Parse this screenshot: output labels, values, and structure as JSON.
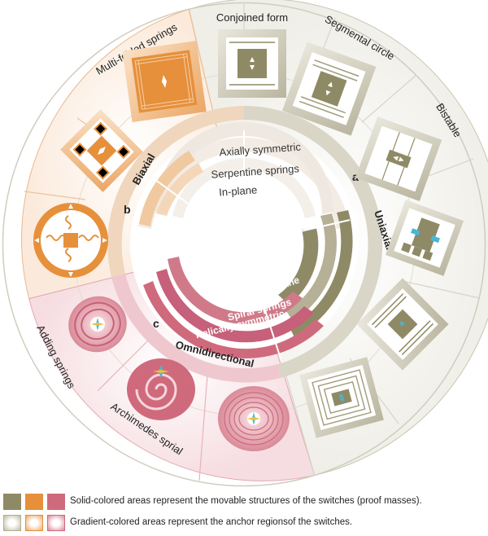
{
  "outer_labels": {
    "conjoined": "Conjoined form",
    "segmental": "Segmental circle",
    "bistable": "Bistable",
    "multifolded": "Multi-folded springs",
    "adding": "Adding springs",
    "archimedes": "Archimedes sprial"
  },
  "groups": {
    "uniaxial": "Uniaxial",
    "biaxial": "Biaxial",
    "omnidirectional": "Omnidirectional"
  },
  "group_letters": {
    "a": "a",
    "b": "b",
    "c": "c"
  },
  "inner_labels": {
    "axially_symmetric": "Axially symmetric",
    "serpentine": "Serpentine springs",
    "in_plane": "In-plane",
    "out_of_plane": "Out-of-plane",
    "spiral": "Spiral springs",
    "helically": "Helically symmetric"
  },
  "colors": {
    "olive": "#8f8a66",
    "olive_light": "#d8d5c6",
    "orange": "#e6903c",
    "orange_light": "#f6dcc0",
    "pink": "#cf6a7c",
    "pink_light": "#f1c8cf",
    "cyan": "#4ab6d6"
  },
  "legend": {
    "solid": "Solid-colored areas represent the movable structures of the switches (proof masses).",
    "gradient": "Gradient-colored areas represent the anchor regionsof the switches."
  }
}
